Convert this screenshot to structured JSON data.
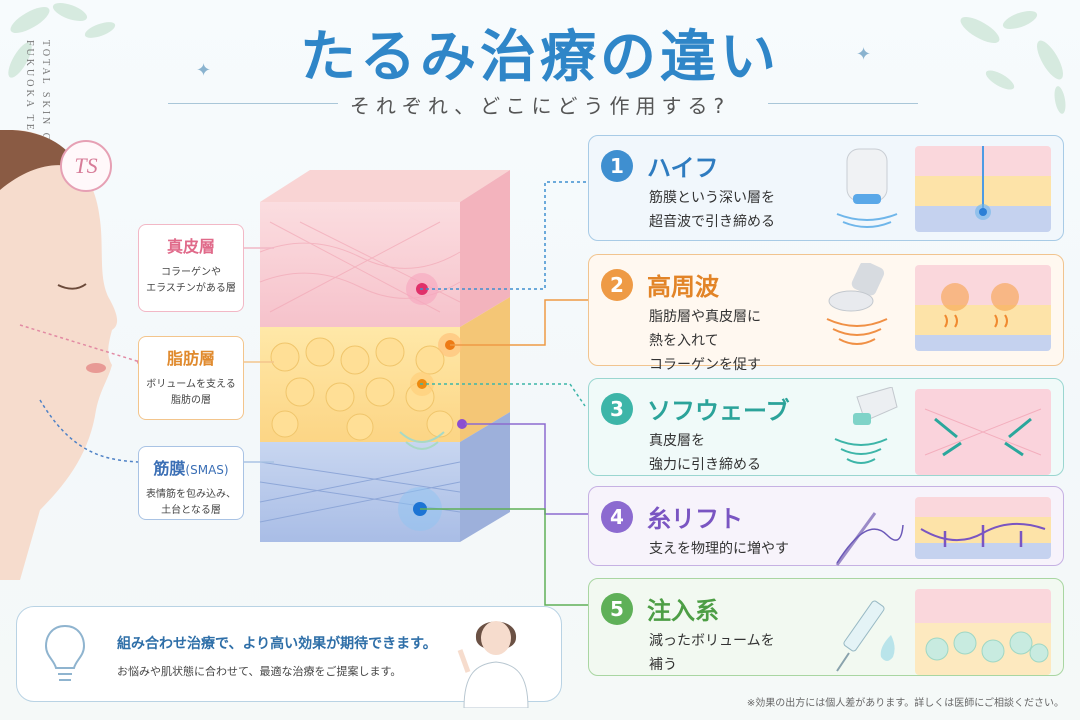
{
  "header": {
    "title": "たるみ治療の違い",
    "subtitle": "それぞれ、どこにどう作用する?",
    "brand_vertical_1": "TOTAL SKIN CLINIC",
    "brand_vertical_2": "FUKUOKA TENJIN",
    "logo_text": "TS"
  },
  "layers": [
    {
      "name": "真皮層",
      "desc_1": "コラーゲンや",
      "desc_2": "エラスチンがある層",
      "color": "#e06a8a"
    },
    {
      "name": "脂肪層",
      "desc_1": "ボリュームを支える",
      "desc_2": "脂肪の層",
      "color": "#e08a2e"
    },
    {
      "name": "筋膜",
      "name_suffix": "(SMAS)",
      "desc_1": "表情筋を包み込み、",
      "desc_2": "土台となる層",
      "color": "#3b6fb5"
    }
  ],
  "treatments": [
    {
      "number": "1",
      "name": "ハイフ",
      "desc": "筋膜という深い層を\n超音波で引き締める",
      "color": "#3f8fd0"
    },
    {
      "number": "2",
      "name": "高周波",
      "desc": "脂肪層や真皮層に\n熱を入れて\nコラーゲンを促す",
      "color": "#ee9a45"
    },
    {
      "number": "3",
      "name": "ソフウェーブ",
      "desc": "真皮層を\n強力に引き締める",
      "color": "#3db5a8"
    },
    {
      "number": "4",
      "name": "糸リフト",
      "desc": "支えを物理的に増やす",
      "color": "#8c6ad0"
    },
    {
      "number": "5",
      "name": "注入系",
      "desc": "減ったボリュームを\n補う",
      "color": "#5fb058"
    }
  ],
  "bottom": {
    "main": "組み合わせ治療で、より高い効果が期待できます。",
    "sub": "お悩みや肌状態に合わせて、最適な治療をご提案します。"
  },
  "note": "※効果の出方には個人差があります。詳しくは医師にご相談ください。"
}
